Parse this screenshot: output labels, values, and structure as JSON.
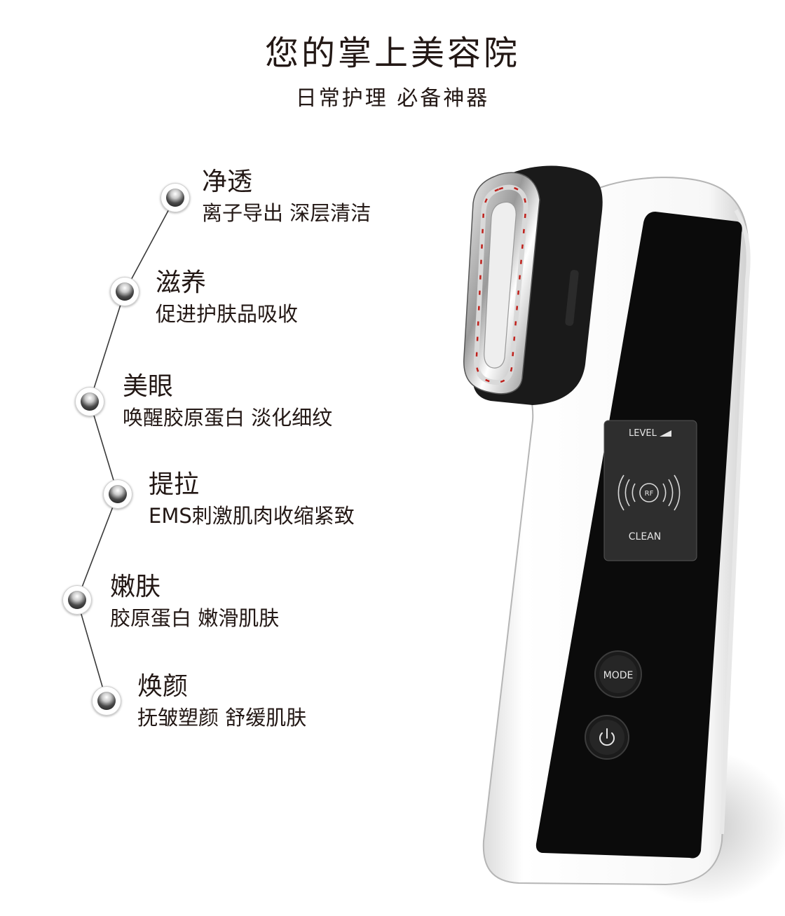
{
  "header": {
    "title": "您的掌上美容院",
    "subtitle": "日常护理 必备神器"
  },
  "features": [
    {
      "title": "净透",
      "desc": "离子导出 深层清洁"
    },
    {
      "title": "滋养",
      "desc": "促进护肤品吸收"
    },
    {
      "title": "美眼",
      "desc": "唤醒胶原蛋白 淡化细纹"
    },
    {
      "title": "提拉",
      "desc": "EMS刺激肌肉收缩紧致"
    },
    {
      "title": "嫩肤",
      "desc": "胶原蛋白 嫩滑肌肤"
    },
    {
      "title": "焕颜",
      "desc": "抚皱塑颜 舒缓肌肤"
    }
  ],
  "device": {
    "screen_level": "LEVEL",
    "screen_rf": "RF",
    "screen_mode": "CLEAN",
    "mode_button": "MODE"
  },
  "colors": {
    "text": "#231815",
    "device_body": "#f4f4f4",
    "panel": "#0d0d0d",
    "led": "#e0221c"
  },
  "icons": [
    "power-icon",
    "rf-waves-icon",
    "level-bar-icon"
  ]
}
